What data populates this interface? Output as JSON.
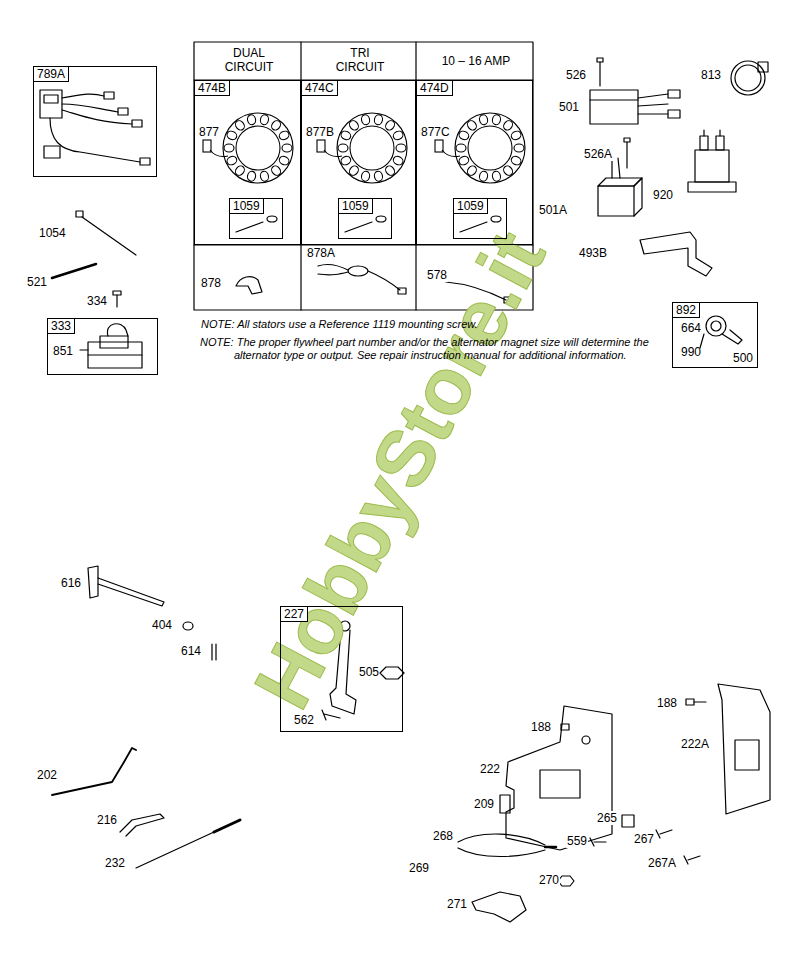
{
  "diagram": {
    "nodes": [
      {
        "text": [
          "789A"
        ]
      },
      {
        "text": [
          "474B",
          "877"
        ]
      },
      {
        "text": [
          "1059"
        ],
        "in": 1
      },
      {
        "text": [
          "474C",
          "877B"
        ]
      },
      {
        "text": [
          "1059"
        ],
        "in": 3
      },
      {
        "text": [
          "474D",
          "877C"
        ]
      },
      {
        "text": [
          "1059"
        ],
        "in": 5
      },
      {
        "text": [
          "333",
          "851"
        ]
      },
      {
        "text": [
          "892",
          "664",
          "990",
          "500"
        ]
      },
      {
        "text": [
          "227",
          "505",
          "562"
        ]
      }
    ],
    "labels": [
      "DUAL CIRCUIT",
      "TRI CIRCUIT",
      "10 – 16 AMP",
      "878",
      "878A",
      "578",
      "NOTE: All stators use a Reference 1119 mounting screw.",
      "NOTE: The proper flywheel part number and/or the alternator magnet size will determine the alternator type or output. See repair instruction manual for additional information.",
      "1054",
      "521",
      "334",
      "526",
      "501",
      "813",
      "526A",
      "920",
      "501A",
      "493B",
      "616",
      "404",
      "614",
      "202",
      "216",
      "232",
      "188",
      "188",
      "222A",
      "222",
      "209",
      "265",
      "559",
      "267",
      "268",
      "269",
      "270",
      "267A",
      "271",
      "HobbyStore.it"
    ]
  }
}
